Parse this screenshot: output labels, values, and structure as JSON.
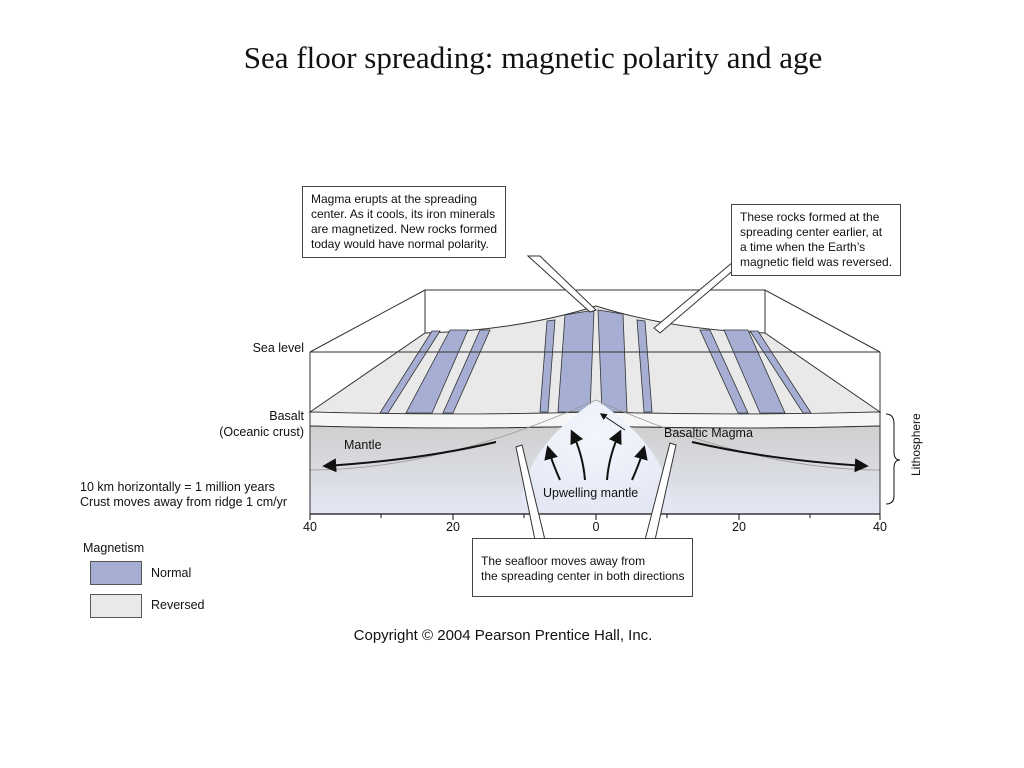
{
  "title": "Sea floor spreading: magnetic polarity and age",
  "labels": {
    "sea_level": "Sea level",
    "basalt_line1": "Basalt",
    "basalt_line2": "(Oceanic crust)",
    "mantle": "Mantle",
    "basaltic_magma": "Basaltic Magma",
    "upwelling_mantle": "Upwelling mantle",
    "lithosphere": "Lithosphere",
    "scale_line1": "10 km horizontally = 1 million years",
    "scale_line2": "Crust moves away from ridge 1 cm/yr"
  },
  "axis_ticks": [
    "40",
    "20",
    "0",
    "20",
    "40"
  ],
  "callouts": {
    "erupt": [
      "Magma erupts at the spreading",
      "center. As it cools, its iron minerals",
      "are magnetized. New rocks formed",
      "today would have normal polarity."
    ],
    "reversed": [
      "These rocks formed at the",
      "spreading center earlier, at",
      "a time when the Earth’s",
      "magnetic field was reversed."
    ],
    "moves": [
      "The seafloor moves away from",
      "the spreading center in both directions"
    ]
  },
  "legend": {
    "title": "Magnetism",
    "items": [
      {
        "label": "Normal",
        "color": "#a6aed3"
      },
      {
        "label": "Reversed",
        "color": "#e9e9e9"
      }
    ]
  },
  "colors": {
    "normal": "#a6aed3",
    "reversed": "#e9e9e9",
    "crust_edge": "#f6f6f6",
    "mantle_top": "#d2d2d2",
    "mantle_bottom": "#e2e6f2",
    "magma": "#eef0fa"
  },
  "copyright": "Copyright © 2004 Pearson Prentice Hall, Inc."
}
